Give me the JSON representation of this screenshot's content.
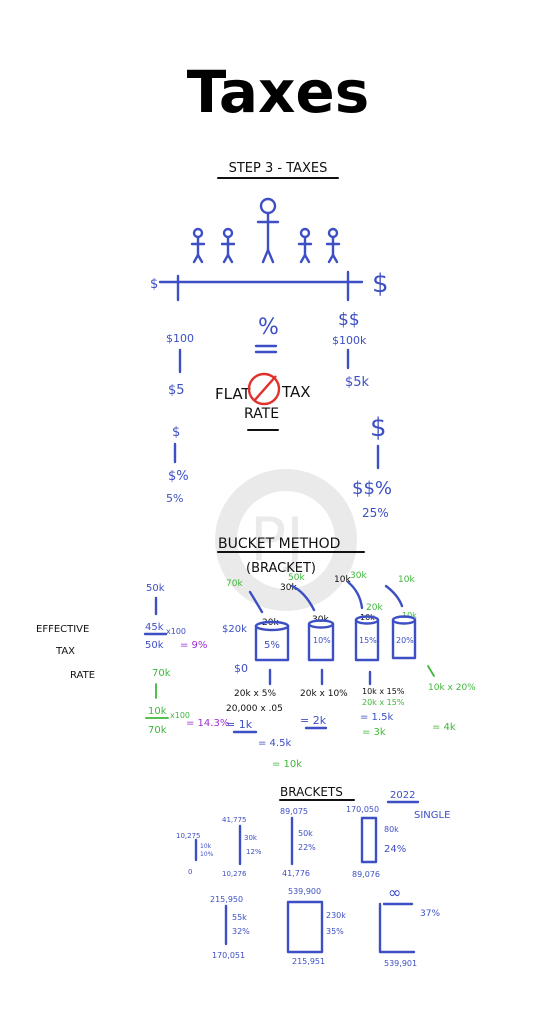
{
  "title": "Taxes",
  "step_heading": "STEP 3 - TAXES",
  "flat_tax": {
    "left_scale": "$",
    "right_scale": "$",
    "percent_sign": "%",
    "left_col": [
      "$100",
      "$5",
      "$",
      "$%",
      "5%"
    ],
    "right_col": [
      "$$",
      "$100k",
      "$5k",
      "$",
      "$$%",
      "25%"
    ],
    "flat_label": "FLAT",
    "tax_label": "TAX",
    "rate_label": "RATE"
  },
  "bucket": {
    "heading": "BUCKET METHOD",
    "subheading": "(BRACKET)",
    "effective_label": [
      "EFFECTIVE",
      "TAX",
      "RATE"
    ],
    "left_calc_1": [
      "50k",
      "45k",
      "50k",
      "x100",
      "= 9%"
    ],
    "left_calc_2": [
      "70k",
      "10k",
      "70k",
      "x100",
      "= 14.3%"
    ],
    "income_labels": [
      "70k",
      "50k",
      "30k",
      "10k",
      "30k",
      "10k",
      "20k",
      "10k",
      "10k"
    ],
    "bucket_top_labels": [
      "$20k",
      "20k",
      "30k",
      "10k",
      "10k"
    ],
    "bucket_rates": [
      "5%",
      "10%",
      "15%",
      "20%"
    ],
    "zero_label": "$0",
    "bucket_calcs": [
      {
        "a": "20k x 5%",
        "b": "20,000 x .05",
        "c": "= 1k"
      },
      {
        "a": "20k x 10%",
        "b": "",
        "c": "= 2k"
      },
      {
        "a": "10k x 15%",
        "b": "20k x 15%",
        "c": "= 1.5k",
        "d": "= 3k"
      },
      {
        "a": "10k x 20%",
        "b": "",
        "c": "= 4k"
      }
    ],
    "totals": [
      "= 4.5k",
      "= 10k"
    ]
  },
  "brackets": {
    "heading": "BRACKETS",
    "year": "2022",
    "filing": "SINGLE",
    "rows": [
      {
        "top": "10,275",
        "bottom": "0",
        "size": "10k",
        "rate": "10%"
      },
      {
        "top": "41,775",
        "bottom": "10,276",
        "size": "30k",
        "rate": "12%"
      },
      {
        "top": "89,075",
        "bottom": "41,776",
        "size": "50k",
        "rate": "22%"
      },
      {
        "top": "170,050",
        "bottom": "89,076",
        "size": "80k",
        "rate": "24%"
      },
      {
        "top": "215,950",
        "bottom": "170,051",
        "size": "55k",
        "rate": "32%"
      },
      {
        "top": "539,900",
        "bottom": "215,951",
        "size": "230k",
        "rate": "35%"
      },
      {
        "top": "∞",
        "bottom": "539,901",
        "size": "",
        "rate": "37%"
      }
    ]
  },
  "colors": {
    "ink_blue": "#3d4fc4",
    "ink_green": "#3fb83a",
    "ink_purple": "#9b2fd1",
    "ink_red": "#e0312c"
  }
}
